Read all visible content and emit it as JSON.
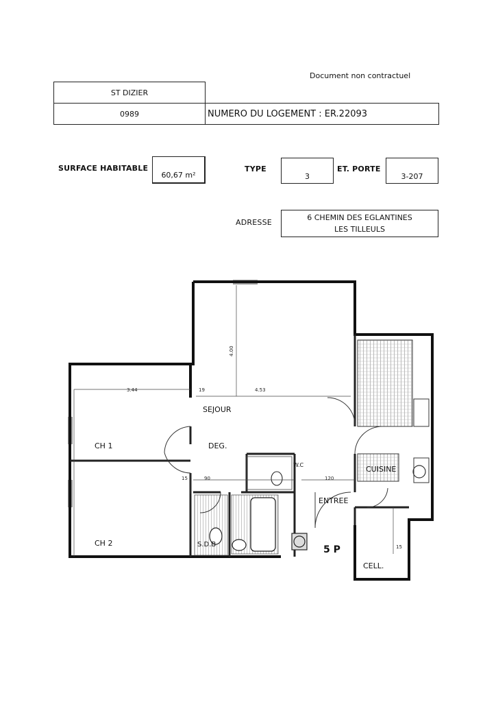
{
  "note": "Document non contractuel",
  "header": {
    "city": "ST DIZIER",
    "code": "0989",
    "numero_label": "NUMERO DU LOGEMENT : ER.22093"
  },
  "info": {
    "surface_label": "SURFACE HABITABLE",
    "surface_value": "60,67 m²",
    "type_label": "TYPE",
    "type_value": "3",
    "porte_label": "ET. PORTE",
    "porte_value": "3-207",
    "adresse_label": "ADRESSE",
    "adresse_line1": "6 CHEMIN DES EGLANTINES",
    "adresse_line2": "LES TILLEULS"
  },
  "plan": {
    "rooms": {
      "sejour": "SEJOUR",
      "deg": "DEG.",
      "ch1": "CH 1",
      "ch2": "CH 2",
      "sdb": "S.D.B",
      "cuisine": "CUISINE",
      "entree": "ENTREE",
      "cell": "CELL.",
      "wc": "W.C"
    },
    "dims": {
      "d400": "4.00",
      "d453": "4.53",
      "d19": "19",
      "d344": "3.44",
      "d15a": "15",
      "d90": "90",
      "d120": "120",
      "d15b": "15"
    },
    "stamp": "5 P"
  }
}
